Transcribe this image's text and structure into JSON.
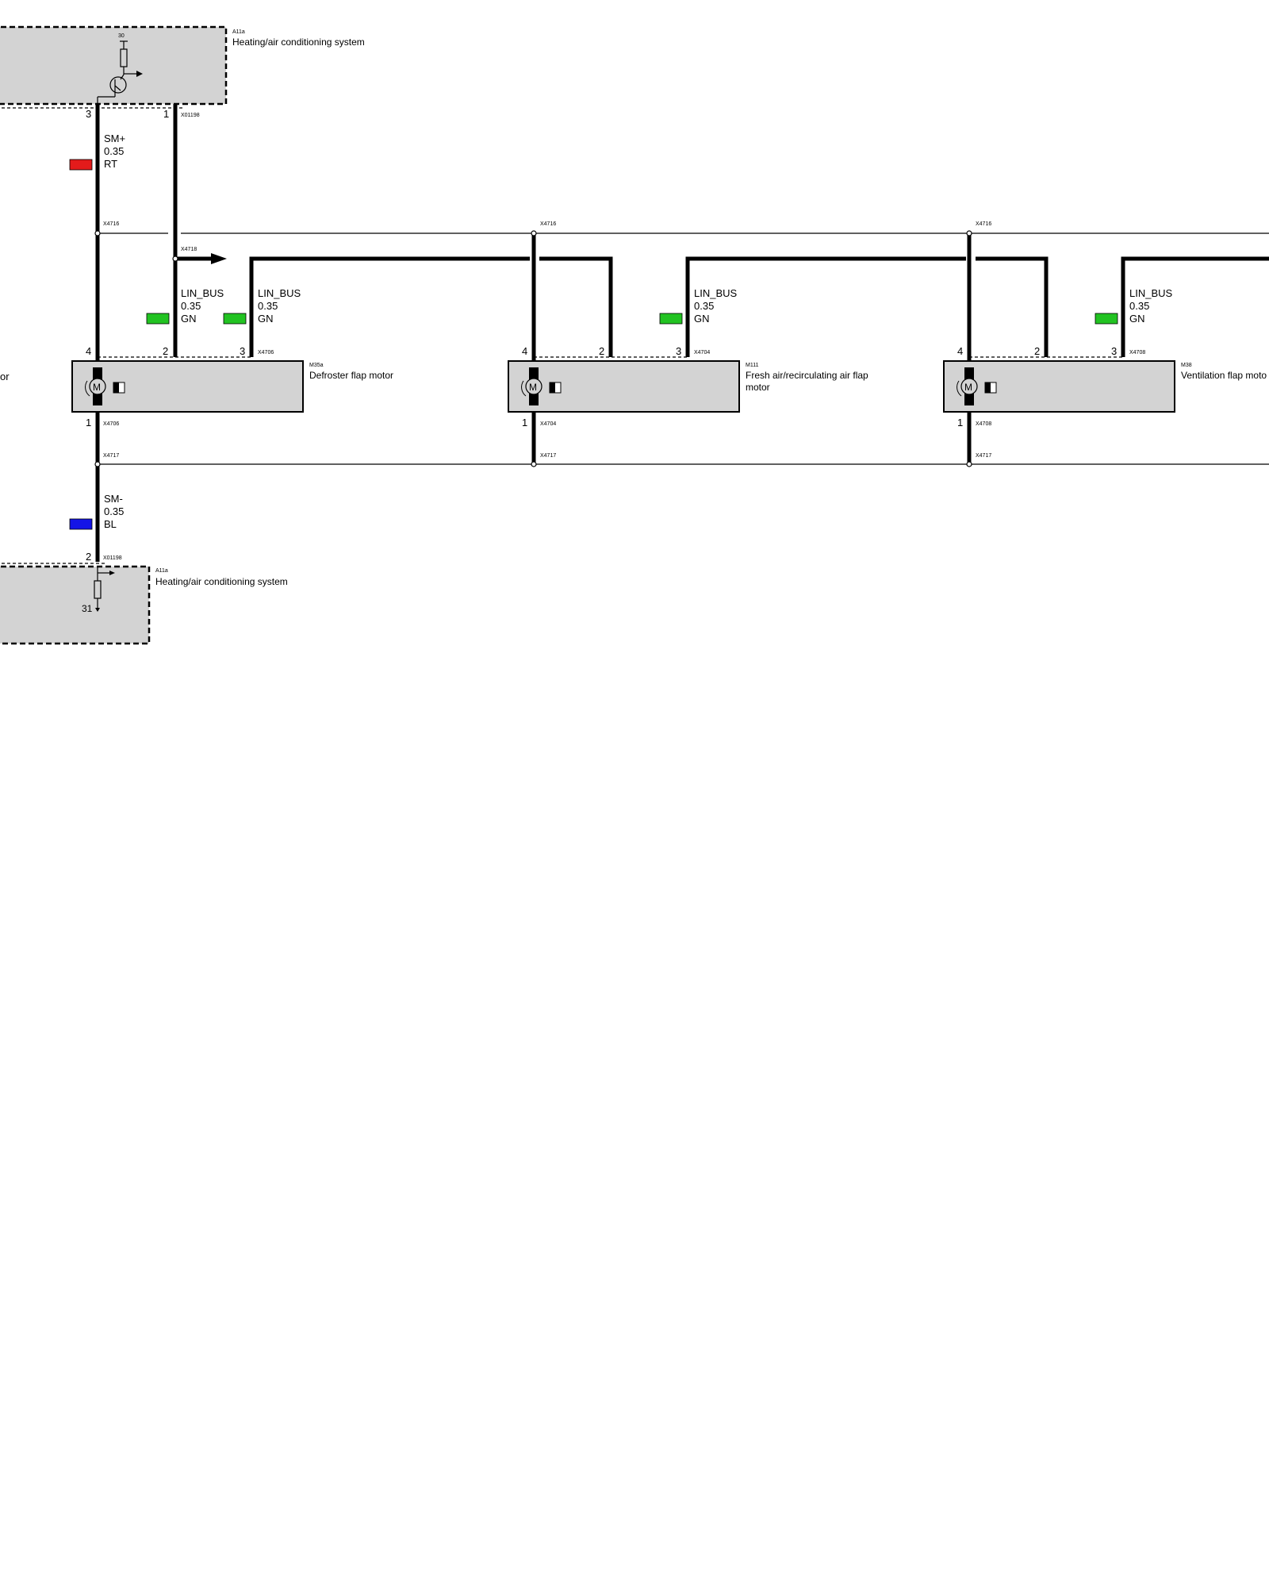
{
  "module_top": {
    "ref": "A11a",
    "title": "Heating/air conditioning system",
    "supply_label": "30",
    "connector": "X01198",
    "pin_sm_plus": "3",
    "pin_lin": "1"
  },
  "module_bottom": {
    "ref": "A11a",
    "title": "Heating/air conditioning system",
    "ground_label": "31",
    "connector": "X01198",
    "pin": "2"
  },
  "wires": {
    "sm_plus": {
      "name": "SM+",
      "gauge": "0.35",
      "color_code": "RT",
      "color_hex": "#e31b1b"
    },
    "sm_minus": {
      "name": "SM-",
      "gauge": "0.35",
      "color_code": "BL",
      "color_hex": "#1414e6"
    },
    "lin": {
      "name": "LIN_BUS",
      "gauge": "0.35",
      "color_code": "GN",
      "color_hex": "#22c322"
    }
  },
  "splices": {
    "top": "X4716",
    "lin": "X4718",
    "bottom": "X4717"
  },
  "left_cut_text": "or",
  "motors": [
    {
      "ref": "M35a",
      "name_line1": "Defroster flap motor",
      "name_line2": "",
      "connector": "X4706",
      "pin_sm_plus": "4",
      "pin_lin_in": "2",
      "pin_lin_out": "3",
      "pin_sm_minus": "1"
    },
    {
      "ref": "M111",
      "name_line1": "Fresh air/recirculating air flap",
      "name_line2": "motor",
      "connector": "X4704",
      "pin_sm_plus": "4",
      "pin_lin_in": "2",
      "pin_lin_out": "3",
      "pin_sm_minus": "1"
    },
    {
      "ref": "M38",
      "name_line1": "Ventilation flap moto",
      "name_line2": "",
      "connector": "X4708",
      "pin_sm_plus": "4",
      "pin_lin_in": "2",
      "pin_lin_out": "3",
      "pin_sm_minus": "1"
    }
  ]
}
